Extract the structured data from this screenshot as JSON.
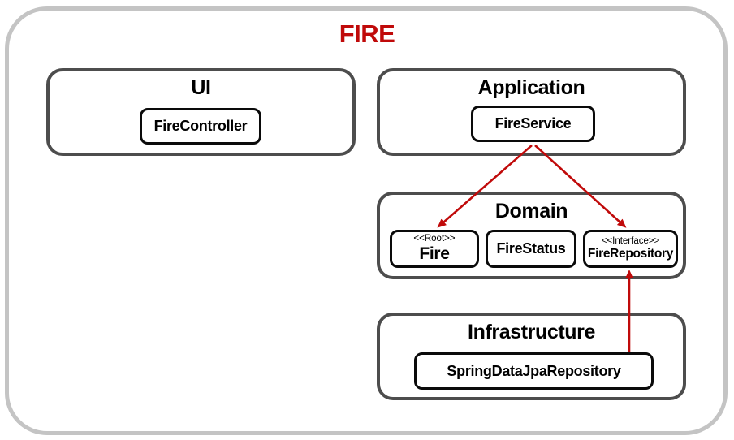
{
  "title": "FIRE",
  "colors": {
    "title_red": "#c00a0a",
    "arrow_red": "#c00a0a",
    "outer_border": "#c4c4c4",
    "section_border": "#4d4d4d",
    "box_border": "#0a0a0a",
    "background": "#ffffff",
    "text": "#000000"
  },
  "sections": {
    "ui": {
      "label": "UI",
      "boxes": {
        "fire_controller": {
          "name": "FireController"
        }
      }
    },
    "application": {
      "label": "Application",
      "boxes": {
        "fire_service": {
          "name": "FireService"
        }
      }
    },
    "domain": {
      "label": "Domain",
      "boxes": {
        "fire": {
          "stereotype": "<<Root>>",
          "name": "Fire"
        },
        "fire_status": {
          "name": "FireStatus"
        },
        "fire_repository": {
          "stereotype": "<<Interface>>",
          "name": "FireRepository"
        }
      }
    },
    "infrastructure": {
      "label": "Infrastructure",
      "boxes": {
        "spring_data_jpa_repository": {
          "name": "SpringDataJpaRepository"
        }
      }
    }
  },
  "arrows": [
    {
      "from": "FireService",
      "to": "Fire"
    },
    {
      "from": "FireService",
      "to": "FireRepository"
    },
    {
      "from": "SpringDataJpaRepository",
      "to": "FireRepository"
    }
  ]
}
